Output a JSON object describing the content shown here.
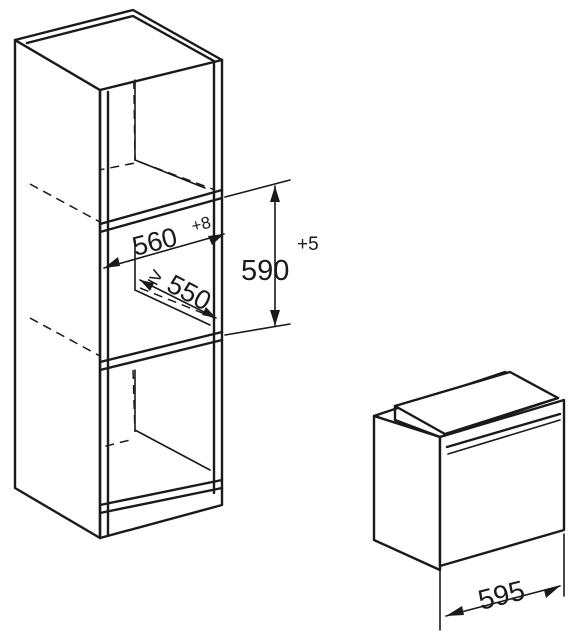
{
  "cabinet": {
    "niche_width": "560",
    "niche_width_tol": "+8",
    "niche_height": "590",
    "niche_height_tol": "+5",
    "depth_symbol": "≥",
    "niche_depth": "550"
  },
  "appliance": {
    "width": "595"
  }
}
